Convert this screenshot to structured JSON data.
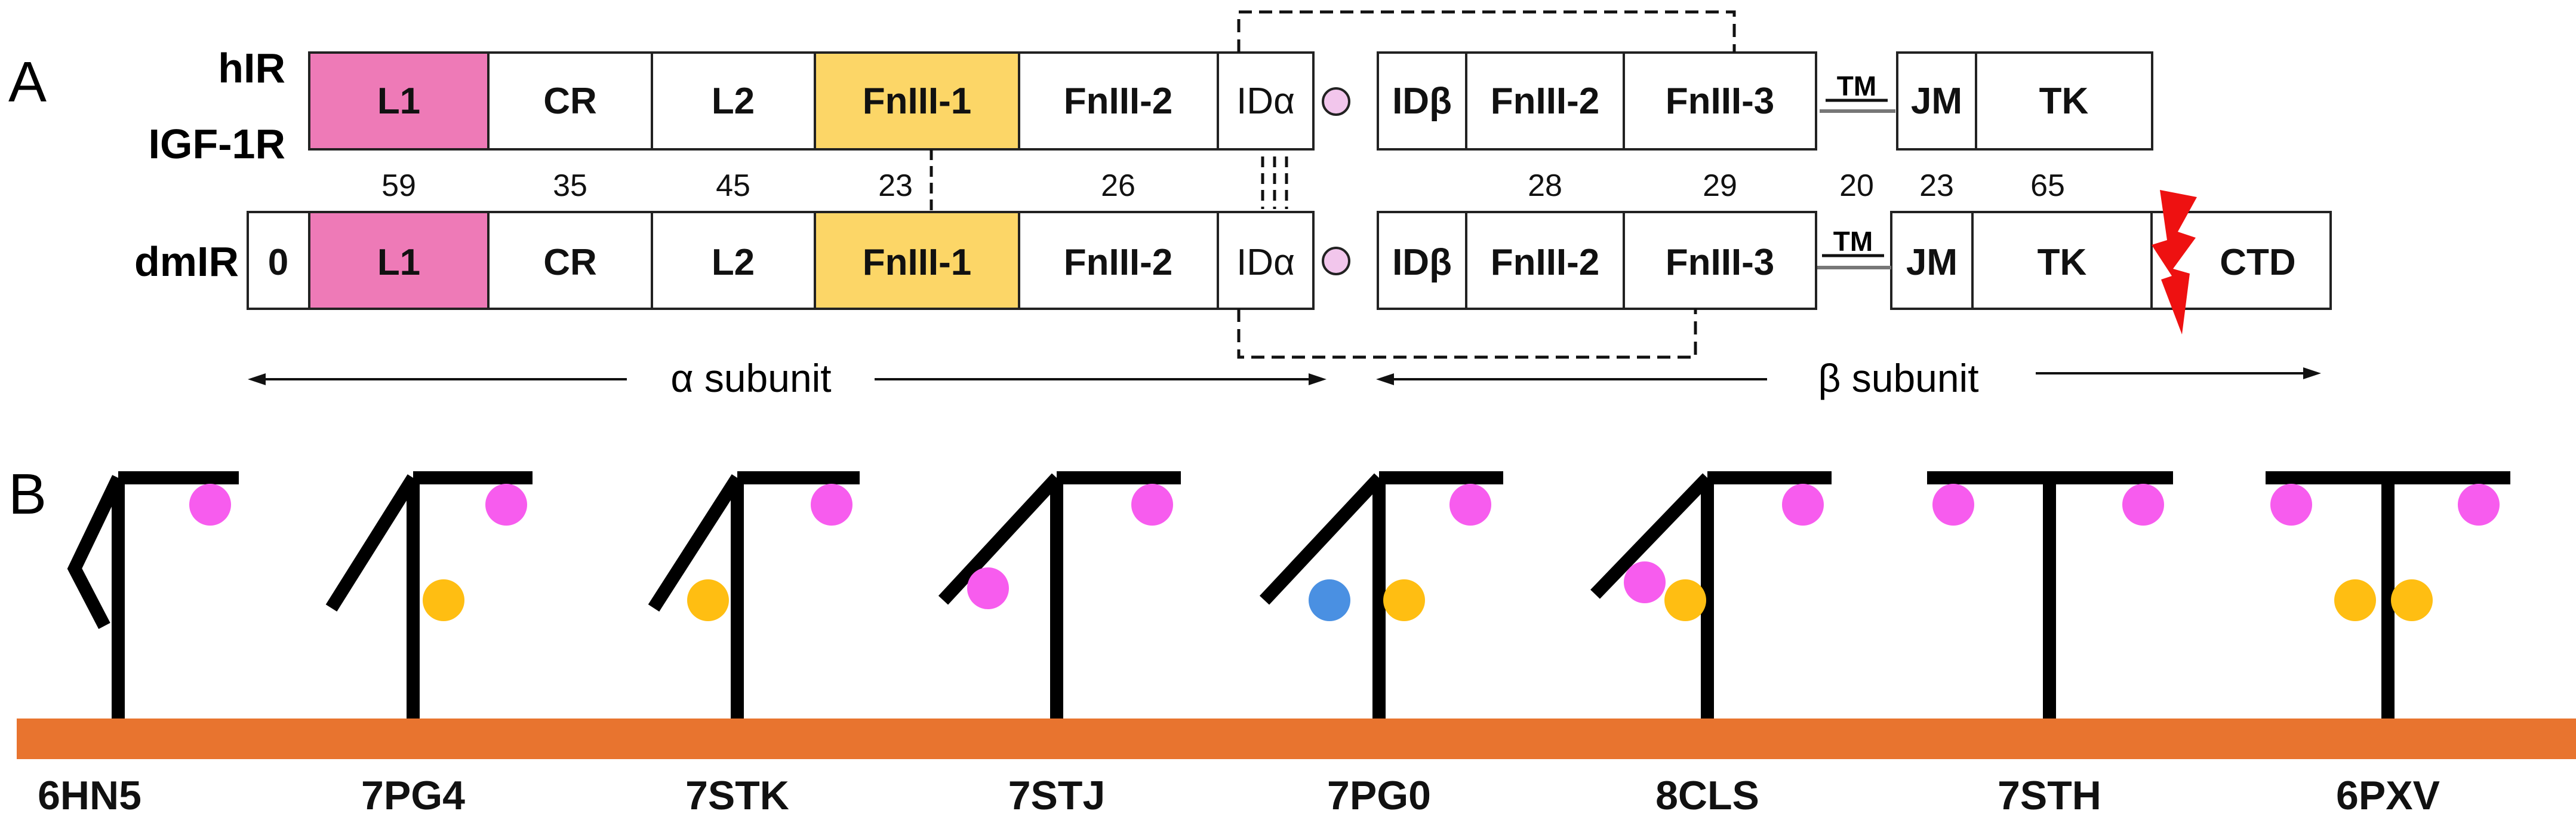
{
  "panel_a": {
    "panel_label": "A",
    "rows": {
      "human": {
        "labels": [
          "hIR",
          "IGF-1R"
        ]
      },
      "drosophila": {
        "label": "dmIR"
      }
    },
    "alpha_domains": {
      "zero": "0",
      "l1": "L1",
      "cr": "CR",
      "l2": "L2",
      "fn1": "FnIII-1",
      "fn2": "FnIII-2",
      "ida": "IDα"
    },
    "beta_domains": {
      "idb": "IDβ",
      "fn2": "FnIII-2",
      "fn3": "FnIII-3",
      "tm": "TM",
      "jm": "JM",
      "tk": "TK",
      "ctd": "CTD"
    },
    "identity_numbers": {
      "l1": "59",
      "cr": "35",
      "l2": "45",
      "fn1": "23",
      "fn2": "26",
      "b_fn2": "28",
      "b_fn3": "29",
      "tm": "20",
      "jm": "23",
      "tk": "65"
    },
    "subunits": {
      "alpha": "α subunit",
      "beta": "β subunit"
    },
    "colors": {
      "l1": "#ee7ab7",
      "fn1": "#fcd667",
      "ida_dot": "#f2c6ec",
      "lightning": "#ee1111"
    }
  },
  "panel_b": {
    "panel_label": "B",
    "membrane_color": "#e8742f",
    "dot_colors": {
      "magenta": "#f75cee",
      "gold": "#ffbe12",
      "blue": "#4a90e2"
    },
    "structures": [
      {
        "id": "6HN5",
        "dots": {
          "magenta": 1,
          "gold": 0,
          "blue": 0
        }
      },
      {
        "id": "7PG4",
        "dots": {
          "magenta": 1,
          "gold": 1,
          "blue": 0
        }
      },
      {
        "id": "7STK",
        "dots": {
          "magenta": 1,
          "gold": 1,
          "blue": 0
        }
      },
      {
        "id": "7STJ",
        "dots": {
          "magenta": 2,
          "gold": 0,
          "blue": 0
        }
      },
      {
        "id": "7PG0",
        "dots": {
          "magenta": 1,
          "gold": 1,
          "blue": 1
        }
      },
      {
        "id": "8CLS",
        "dots": {
          "magenta": 2,
          "gold": 1,
          "blue": 0
        }
      },
      {
        "id": "7STH",
        "dots": {
          "magenta": 2,
          "gold": 0,
          "blue": 0
        }
      },
      {
        "id": "6PXV",
        "dots": {
          "magenta": 2,
          "gold": 2,
          "blue": 0
        }
      }
    ]
  }
}
